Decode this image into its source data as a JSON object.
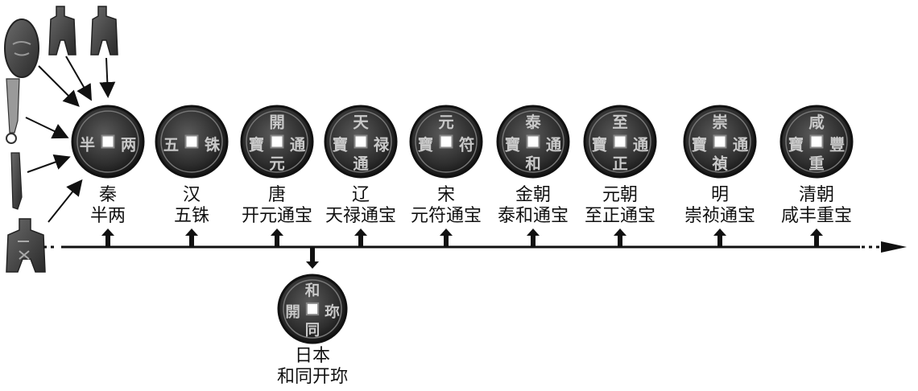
{
  "timeline": [
    {
      "dynasty": "秦",
      "coin": "半两",
      "chars": [
        "",
        "",
        "半",
        "两"
      ]
    },
    {
      "dynasty": "汉",
      "coin": "五铢",
      "chars": [
        "",
        "",
        "五",
        "铢"
      ]
    },
    {
      "dynasty": "唐",
      "coin": "开元通宝",
      "chars": [
        "開",
        "元",
        "寶",
        "通"
      ]
    },
    {
      "dynasty": "辽",
      "coin": "天禄通宝",
      "chars": [
        "天",
        "通",
        "寶",
        "禄"
      ]
    },
    {
      "dynasty": "宋",
      "coin": "元符通宝",
      "chars": [
        "元",
        "",
        "寶",
        "符"
      ]
    },
    {
      "dynasty": "金朝",
      "coin": "泰和通宝",
      "chars": [
        "泰",
        "和",
        "寶",
        "通"
      ]
    },
    {
      "dynasty": "元朝",
      "coin": "至正通宝",
      "chars": [
        "至",
        "正",
        "寶",
        "通"
      ]
    },
    {
      "dynasty": "明",
      "coin": "崇祯通宝",
      "chars": [
        "崇",
        "禎",
        "寶",
        "通"
      ]
    },
    {
      "dynasty": "清朝",
      "coin": "咸丰重宝",
      "chars": [
        "咸",
        "重",
        "寶",
        "豐"
      ]
    }
  ],
  "branch": {
    "country": "日本",
    "coin": "和同开珎",
    "chars": [
      "和",
      "同",
      "開",
      "珎"
    ]
  },
  "early_forms": [
    "ant-nose-coin",
    "spade-coin",
    "spade-coin",
    "knife-coin",
    "spade-coin"
  ],
  "colors": {
    "ink": "#111111",
    "coin_dark": "#2a2a2a",
    "coin_rim": "#1a1a1a"
  }
}
